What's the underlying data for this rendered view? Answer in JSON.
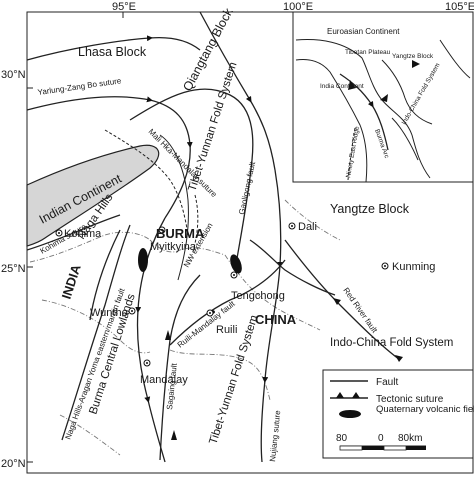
{
  "coordinates": {
    "lon_95": "95°E",
    "lon_100": "100°E",
    "lon_105": "105°E",
    "lat_30": "30°N",
    "lat_25": "25°N",
    "lat_20": "20°N"
  },
  "regions": {
    "lhasa_block": "Lhasa Block",
    "qiangtang_block": "Qiangtang Block",
    "tibet_yunnan_north": "Tibet-Yunnan Fold System",
    "indian_continent": "Indian Continent",
    "yangtze_block": "Yangtze Block",
    "burma": "BURMA",
    "india": "INDIA",
    "china": "CHINA",
    "burma_central_lowlands": "Burma Central Lowlands",
    "indo_china_fold": "Indo-China Fold System",
    "tibet_yunnan_south": "Tibet-Yunnan Fold System",
    "naga_hills": "Naga Hills"
  },
  "faults": {
    "yarlung_zangbo": "Yarlung-Zang Bo suture",
    "mali_hka_mandalay": "Mali Hka-Mandalay suture",
    "kohima_suture": "Kohima suture",
    "gaoligong": "Gaoligong fault",
    "ruili_mandalay": "Ruili-Mandalay fault",
    "sagaing": "Sagaing fault",
    "naga_arakan": "Naga Hills-Aragan Yoma eastern margin fault",
    "red_river": "Red River fault",
    "nujiang": "Nujiang suture",
    "nw_extension": "NW extension"
  },
  "cities": {
    "kohima": "Kohima",
    "myitkyina": "Myitkyina",
    "dali": "Dali",
    "kunming": "Kunming",
    "tengchong": "Tengchong",
    "wuntho": "Wuntho",
    "ruili": "Ruili",
    "mandalay": "Mandalay"
  },
  "inset": {
    "eurasian": "Euroasian Continent",
    "tibetan_plateau": "Tibetan Plateau",
    "yangtze": "Yangtze Block",
    "india": "India Continent",
    "indo_china": "Indo-China Fold System",
    "burma_arc": "Burma Arc",
    "ninety_east": "Ninety East Ridge"
  },
  "legend": {
    "fault": "Fault",
    "tectonic_suture": "Tectonic suture",
    "volcanic": "Quaternary volcanic field"
  },
  "scale": {
    "left": "80",
    "zero": "0",
    "right": "80km"
  }
}
